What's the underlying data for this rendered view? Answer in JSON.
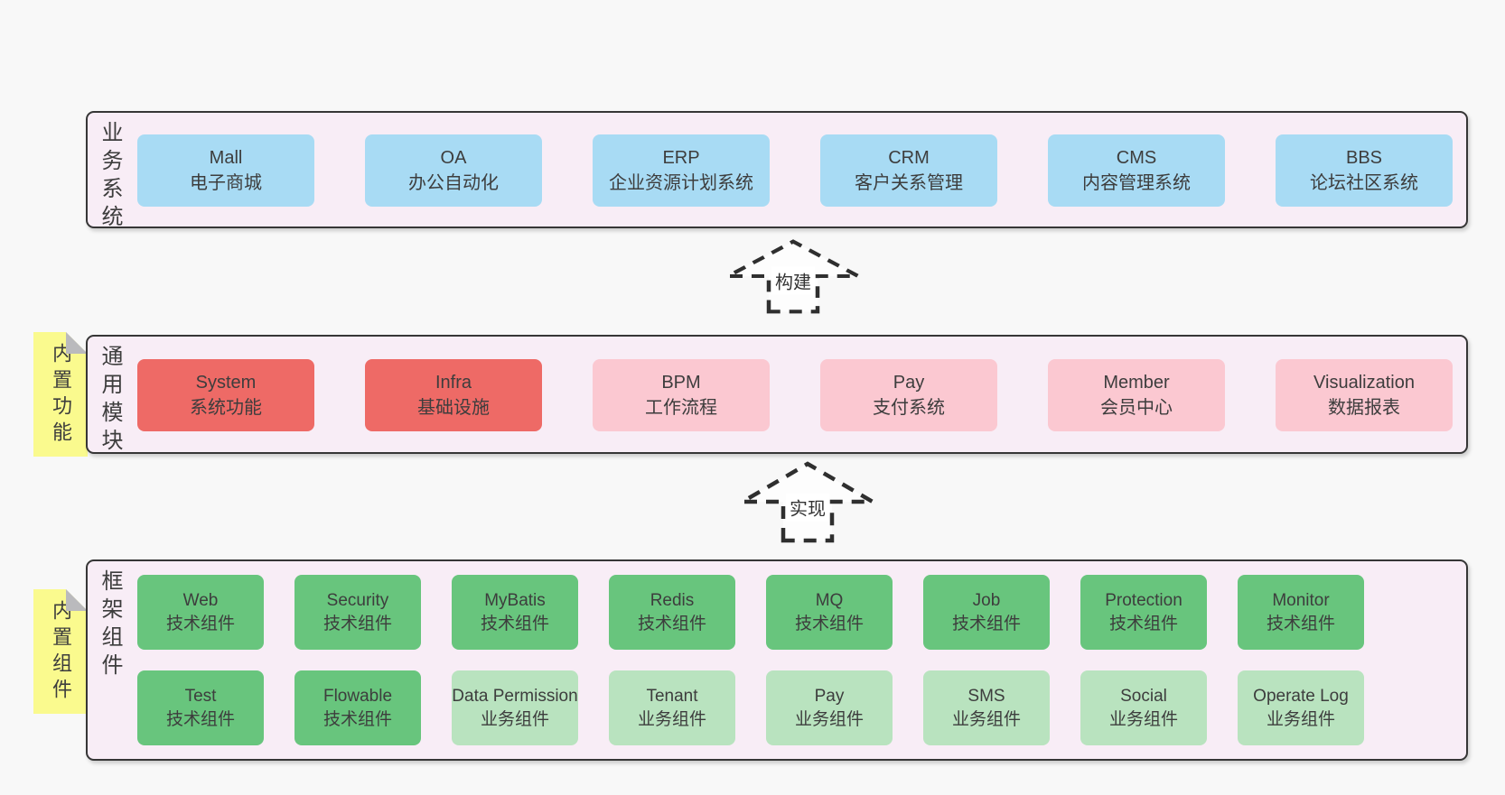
{
  "colors": {
    "page_bg": "#f8f8f8",
    "band_bg": "#f8edf6",
    "band_border": "#363636",
    "box_blue": "#a8dbf4",
    "box_red": "#ee6a66",
    "box_pink": "#fbc8d1",
    "box_green_dark": "#68c57d",
    "box_green_light": "#b9e3bf",
    "note_yellow": "#fafa8e",
    "note_fold_gray": "#bababd",
    "text": "#3d3d3d"
  },
  "bands": [
    {
      "label": "业务系统",
      "boxes": [
        {
          "title": "Mall",
          "subtitle": "电子商城"
        },
        {
          "title": "OA",
          "subtitle": "办公自动化"
        },
        {
          "title": "ERP",
          "subtitle": "企业资源计划系统"
        },
        {
          "title": "CRM",
          "subtitle": "客户关系管理"
        },
        {
          "title": "CMS",
          "subtitle": "内容管理系统"
        },
        {
          "title": "BBS",
          "subtitle": "论坛社区系统"
        }
      ]
    },
    {
      "label": "通用模块",
      "note": "内置功能",
      "boxes": [
        {
          "title": "System",
          "subtitle": "系统功能"
        },
        {
          "title": "Infra",
          "subtitle": "基础设施"
        },
        {
          "title": "BPM",
          "subtitle": "工作流程"
        },
        {
          "title": "Pay",
          "subtitle": "支付系统"
        },
        {
          "title": "Member",
          "subtitle": "会员中心"
        },
        {
          "title": "Visualization",
          "subtitle": "数据报表"
        }
      ]
    },
    {
      "label": "框架组件",
      "note": "内置组件",
      "rows": [
        [
          {
            "title": "Web",
            "subtitle": "技术组件"
          },
          {
            "title": "Security",
            "subtitle": "技术组件"
          },
          {
            "title": "MyBatis",
            "subtitle": "技术组件"
          },
          {
            "title": "Redis",
            "subtitle": "技术组件"
          },
          {
            "title": "MQ",
            "subtitle": "技术组件"
          },
          {
            "title": "Job",
            "subtitle": "技术组件"
          },
          {
            "title": "Protection",
            "subtitle": "技术组件"
          },
          {
            "title": "Monitor",
            "subtitle": "技术组件"
          }
        ],
        [
          {
            "title": "Test",
            "subtitle": "技术组件"
          },
          {
            "title": "Flowable",
            "subtitle": "技术组件"
          },
          {
            "title": "Data Permission",
            "subtitle": "业务组件"
          },
          {
            "title": "Tenant",
            "subtitle": "业务组件"
          },
          {
            "title": "Pay",
            "subtitle": "业务组件"
          },
          {
            "title": "SMS",
            "subtitle": "业务组件"
          },
          {
            "title": "Social",
            "subtitle": "业务组件"
          },
          {
            "title": "Operate Log",
            "subtitle": "业务组件"
          }
        ]
      ]
    }
  ],
  "arrows": [
    {
      "label": "构建"
    },
    {
      "label": "实现"
    }
  ]
}
